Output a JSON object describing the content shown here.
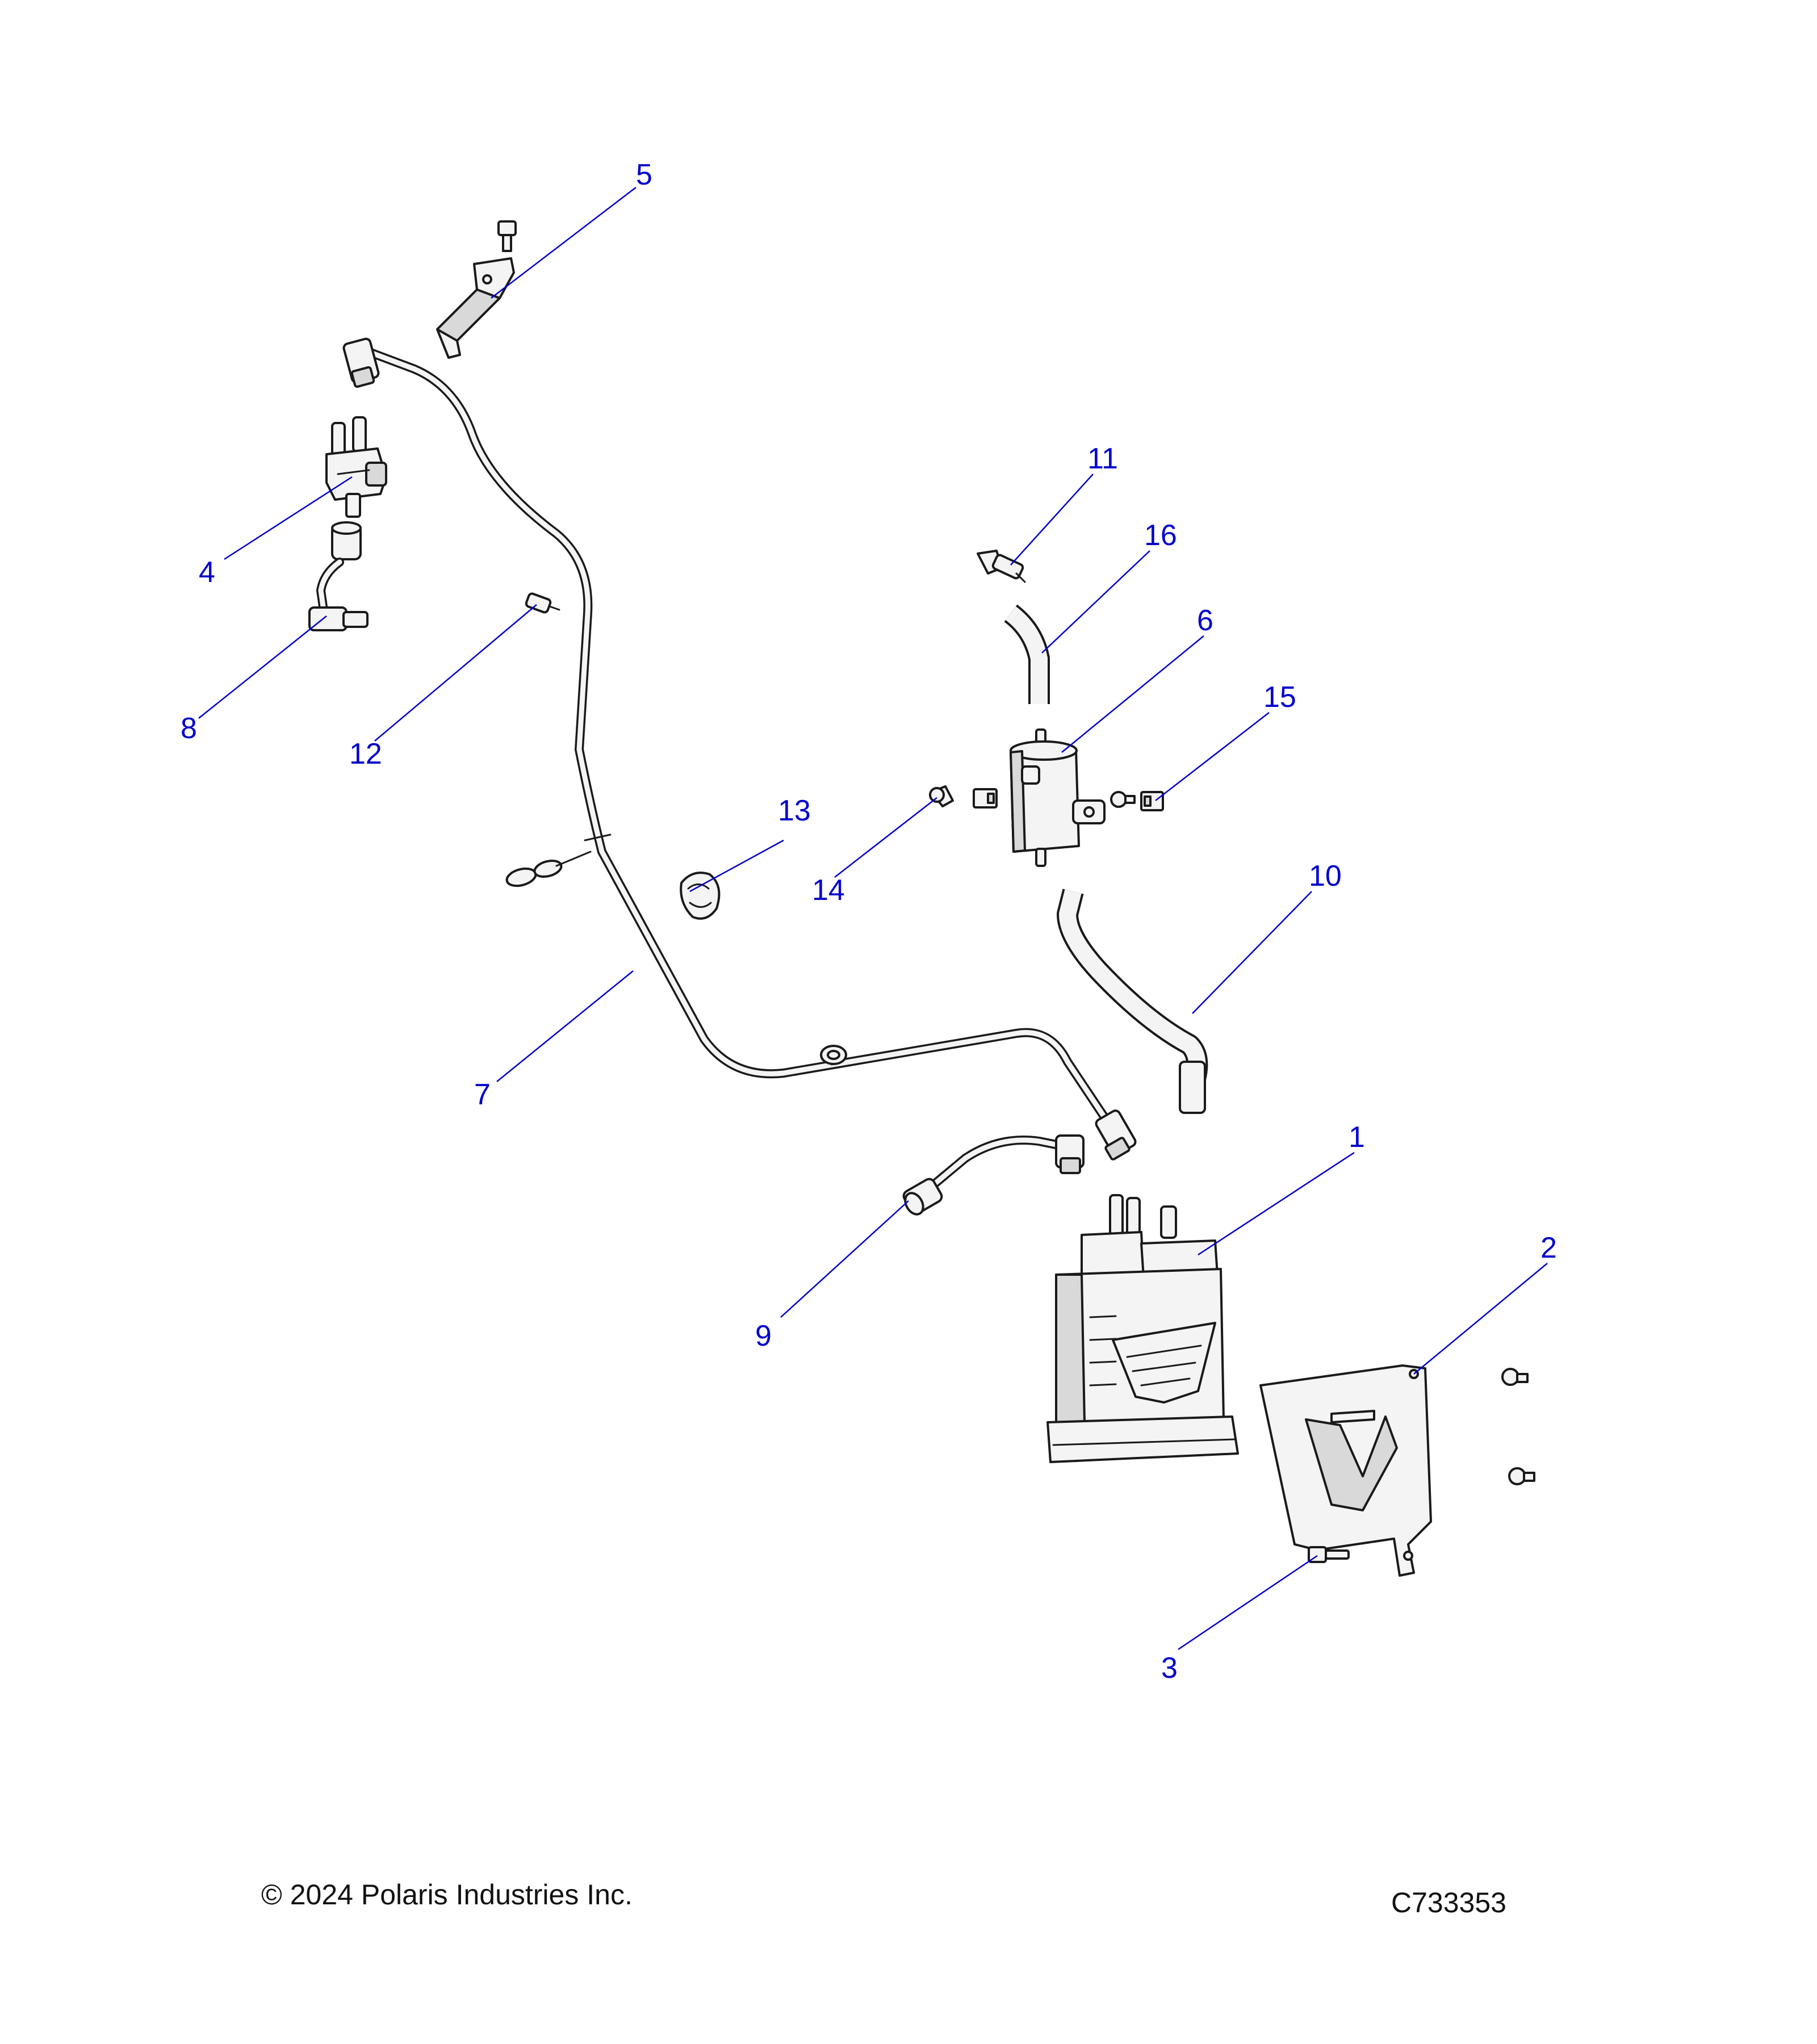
{
  "callouts": {
    "c1": "1",
    "c2": "2",
    "c3": "3",
    "c4": "4",
    "c5": "5",
    "c6": "6",
    "c7": "7",
    "c8": "8",
    "c9": "9",
    "c10": "10",
    "c11": "11",
    "c12": "12",
    "c13": "13",
    "c14": "14",
    "c15": "15",
    "c16": "16"
  },
  "footer": {
    "copyright": "© 2024 Polaris Industries Inc.",
    "drawing_number": "C733353"
  }
}
